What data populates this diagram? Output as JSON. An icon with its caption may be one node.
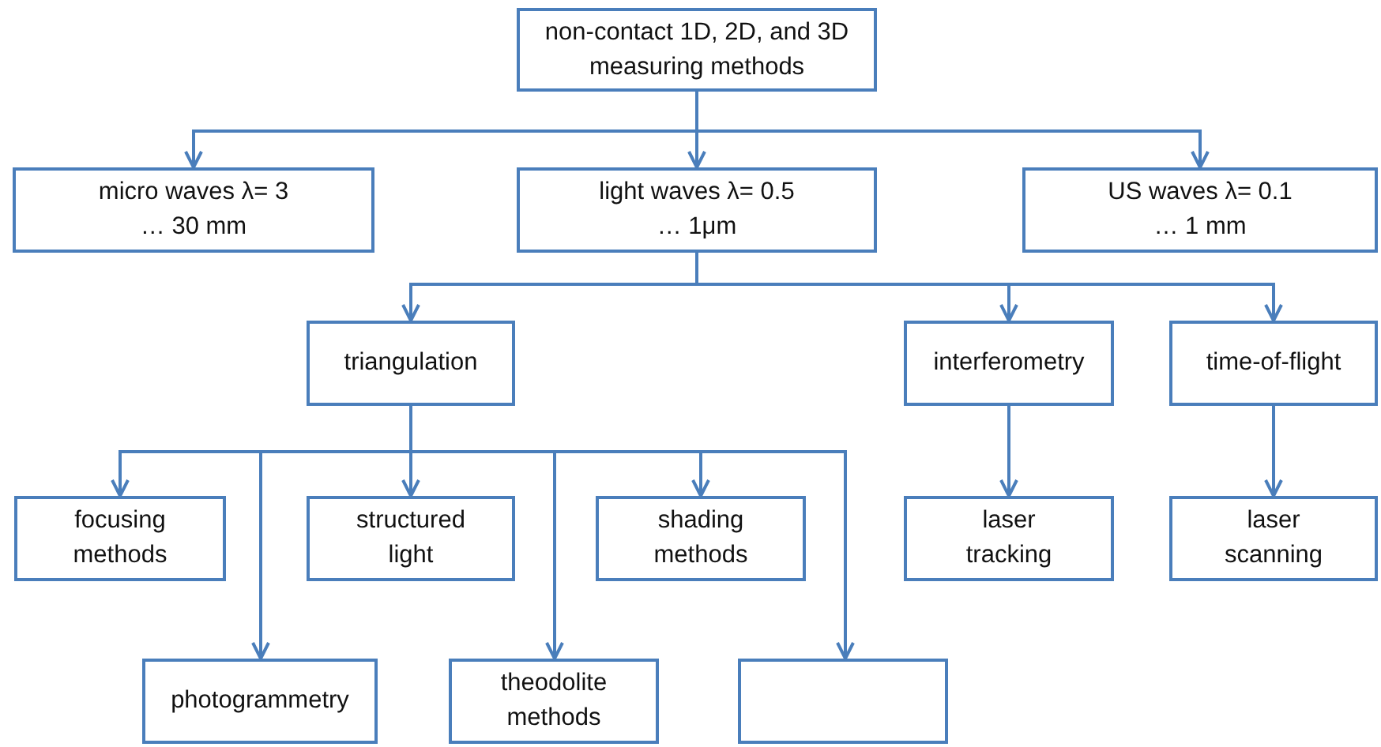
{
  "diagram": {
    "nodes": [
      {
        "text": [
          "non-contact 1D, 2D, and 3D measuring methods"
        ]
      },
      {
        "text": [
          "micro waves λ= 3 … 30 mm"
        ]
      },
      {
        "text": [
          "light waves λ= 0.5 … 1μm"
        ]
      },
      {
        "text": [
          "US waves λ= 0.1 … 1 mm"
        ]
      },
      {
        "text": [
          "triangulation"
        ]
      },
      {
        "text": [
          "interferometry"
        ]
      },
      {
        "text": [
          "time-of-flight"
        ]
      },
      {
        "text": [
          "focusing methods"
        ]
      },
      {
        "text": [
          "structured light"
        ]
      },
      {
        "text": [
          "shading methods"
        ]
      },
      {
        "text": [
          "laser tracking"
        ]
      },
      {
        "text": [
          "laser scanning"
        ]
      },
      {
        "text": [
          "photogrammetry"
        ]
      },
      {
        "text": [
          "theodolite methods"
        ]
      },
      {
        "text": [],
        "shape": "box"
      }
    ],
    "edges": [
      {
        "from": 0,
        "to": 1,
        "arrow": "to"
      },
      {
        "from": 0,
        "to": 2,
        "arrow": "to"
      },
      {
        "from": 0,
        "to": 3,
        "arrow": "to"
      },
      {
        "from": 2,
        "to": 4,
        "arrow": "to"
      },
      {
        "from": 2,
        "to": 5,
        "arrow": "to"
      },
      {
        "from": 2,
        "to": 6,
        "arrow": "to"
      },
      {
        "from": 4,
        "to": 7,
        "arrow": "to"
      },
      {
        "from": 4,
        "to": 12,
        "arrow": "to"
      },
      {
        "from": 4,
        "to": 8,
        "arrow": "to"
      },
      {
        "from": 4,
        "to": 13,
        "arrow": "to"
      },
      {
        "from": 4,
        "to": 9,
        "arrow": "to"
      },
      {
        "from": 4,
        "to": 14,
        "arrow": "to"
      },
      {
        "from": 5,
        "to": 10,
        "arrow": "to"
      },
      {
        "from": 6,
        "to": 11,
        "arrow": "to"
      }
    ]
  }
}
